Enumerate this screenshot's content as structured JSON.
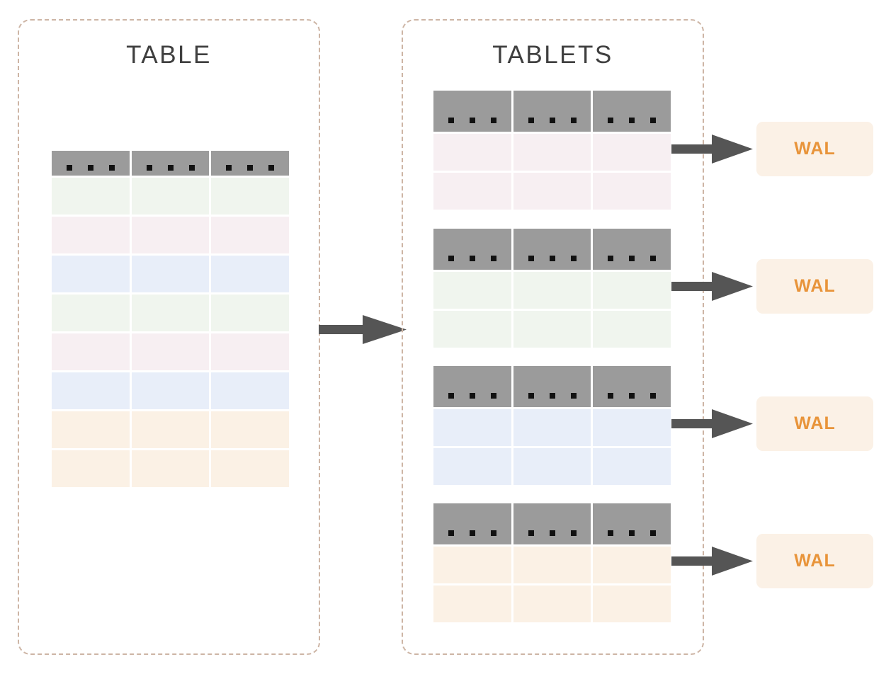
{
  "diagram": {
    "title": "Table partitioned into tablets each with a write-ahead log",
    "panels": [
      {
        "name": "table-panel",
        "title": "TABLE"
      },
      {
        "name": "tablets-panel",
        "title": "TABLETS"
      }
    ],
    "colors": {
      "panel_border": "#cdb5a5",
      "header_cell": "#9b9b9b",
      "dot": "#111111",
      "arrow": "#555555",
      "title_text": "#3f3f3f",
      "wal_background": "#fbf1e6",
      "wal_text": "#e8943a",
      "row_green": "#f0f5ee",
      "row_pink": "#f7eff2",
      "row_blue": "#e8eef9",
      "row_orange": "#fbf1e5"
    },
    "header_cell_label": "...",
    "dots_per_header_cell": 3,
    "columns_per_table": 3
  },
  "table": {
    "title": "TABLE",
    "column_headers": [
      "...",
      "...",
      "..."
    ],
    "rows": [
      {
        "index": 1,
        "color": "#f0f5ee",
        "group": "green"
      },
      {
        "index": 2,
        "color": "#f7eff2",
        "group": "pink"
      },
      {
        "index": 3,
        "color": "#e8eef9",
        "group": "blue"
      },
      {
        "index": 4,
        "color": "#f0f5ee",
        "group": "green"
      },
      {
        "index": 5,
        "color": "#f7eff2",
        "group": "pink"
      },
      {
        "index": 6,
        "color": "#e8eef9",
        "group": "blue"
      },
      {
        "index": 7,
        "color": "#fbf1e5",
        "group": "orange"
      },
      {
        "index": 8,
        "color": "#fbf1e5",
        "group": "orange"
      }
    ]
  },
  "tablets": {
    "title": "TABLETS",
    "items": [
      {
        "id": "tablet-1",
        "column_headers": [
          "...",
          "...",
          "..."
        ],
        "row_color": "#f7eff2",
        "group": "pink",
        "row_count": 2,
        "wal_label": "WAL"
      },
      {
        "id": "tablet-2",
        "column_headers": [
          "...",
          "...",
          "..."
        ],
        "row_color": "#f0f5ee",
        "group": "green",
        "row_count": 2,
        "wal_label": "WAL"
      },
      {
        "id": "tablet-3",
        "column_headers": [
          "...",
          "...",
          "..."
        ],
        "row_color": "#e8eef9",
        "group": "blue",
        "row_count": 2,
        "wal_label": "WAL"
      },
      {
        "id": "tablet-4",
        "column_headers": [
          "...",
          "...",
          "..."
        ],
        "row_color": "#fbf1e5",
        "group": "orange",
        "row_count": 2,
        "wal_label": "WAL"
      }
    ]
  },
  "wal_boxes": [
    {
      "id": "wal-1",
      "label": "WAL"
    },
    {
      "id": "wal-2",
      "label": "WAL"
    },
    {
      "id": "wal-3",
      "label": "WAL"
    },
    {
      "id": "wal-4",
      "label": "WAL"
    }
  ],
  "arrows": [
    {
      "id": "arrow-table-to-tablets",
      "from": "table-panel",
      "to": "tablets-panel"
    },
    {
      "id": "arrow-tablet-1-to-wal",
      "from": "tablet-1",
      "to": "wal-1"
    },
    {
      "id": "arrow-tablet-2-to-wal",
      "from": "tablet-2",
      "to": "wal-2"
    },
    {
      "id": "arrow-tablet-3-to-wal",
      "from": "tablet-3",
      "to": "wal-3"
    },
    {
      "id": "arrow-tablet-4-to-wal",
      "from": "tablet-4",
      "to": "wal-4"
    }
  ]
}
